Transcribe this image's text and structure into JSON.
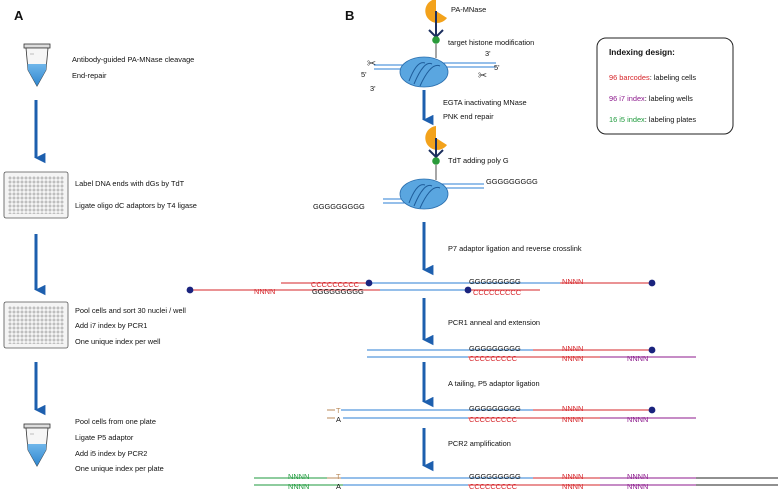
{
  "panel_a": {
    "label": "A",
    "steps": [
      {
        "lines": [
          "Antibody-guided PA-MNase cleavage",
          "End-repair"
        ]
      },
      {
        "lines": [
          "Label DNA ends with dGs by TdT",
          "Ligate oligo dC adaptors by T4 ligase"
        ]
      },
      {
        "lines": [
          "Pool cells and sort 30 nuclei / well",
          "Add i7 index by PCR1",
          "One unique index per well"
        ]
      },
      {
        "lines": [
          "Pool cells from one plate",
          "Ligate P5 adaptor",
          "Add i5 index by PCR2",
          "One unique index per plate"
        ]
      }
    ]
  },
  "panel_b": {
    "label": "B",
    "enzyme_label": "PA-MNase",
    "target_label": "target histone modification",
    "end_labels": {
      "p5": "5'",
      "p3": "3'"
    },
    "step_labels": [
      "EGTA inactivating MNase",
      "PNK end repair",
      "TdT adding poly G"
    ],
    "polyg": "GGGGGGGGG",
    "polyc": "CCCCCCCCC",
    "nnnn": "NNNN",
    "t_base": "T",
    "a_base": "A",
    "arrows": [
      "P7 adaptor ligation and reverse crosslink",
      "PCR1 anneal and extension",
      "A tailing, P5 adaptor ligation",
      "PCR2 amplification"
    ]
  },
  "legend": {
    "title": "Indexing design:",
    "items": [
      {
        "key": "96 barcodes",
        "rest": ": labeling cells",
        "color": "#d6252a"
      },
      {
        "key": "96 i7 index",
        "rest": ": labeling wells",
        "color": "#8d1a8d"
      },
      {
        "key": "16 i5 index",
        "rest": ": labeling plates",
        "color": "#1e9a3c"
      }
    ]
  },
  "colors": {
    "arrow": "#1d5fae",
    "dna_blue": "#2b7fd6",
    "barcode_red": "#d6252a",
    "i7_purple": "#8d1a8d",
    "i5_green": "#1e9a3c",
    "p5_tan": "#b8895a",
    "nucleosome": "#5aa6e0",
    "mnase": "#f3a21b",
    "antibody": "#1c2f5e",
    "bead": "#1a237e",
    "linker_green": "#2a9a3a"
  }
}
